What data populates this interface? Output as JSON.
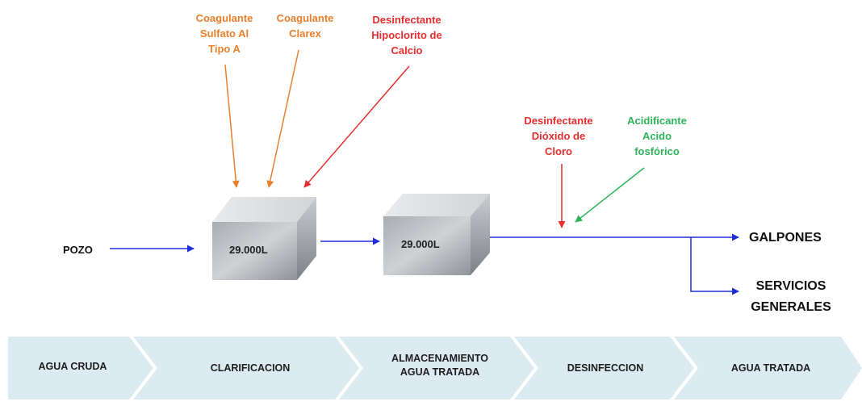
{
  "inputs": {
    "coag_sulfato": [
      "Coagulante",
      "Sulfato Al",
      "Tipo A"
    ],
    "coag_clarex": [
      "Coagulante",
      "Clarex"
    ],
    "desinf_hipoclorito": [
      "Desinfectante",
      "Hipoclorito de",
      "Calcio"
    ],
    "desinf_dioxido": [
      "Desinfectante",
      "Dióxido de",
      "Cloro"
    ],
    "acidificante": [
      "Acidificante",
      "Acido",
      "fosfórico"
    ]
  },
  "source": "POZO",
  "tank1": "29.000L",
  "tank2": "29.000L",
  "outputs": {
    "galpones": "GALPONES",
    "servicios": [
      "SERVICIOS",
      "GENERALES"
    ]
  },
  "stages": [
    [
      "AGUA CRUDA"
    ],
    [
      "CLARIFICACION"
    ],
    [
      "ALMACENAMIENTO",
      "AGUA TRATADA"
    ],
    [
      "DESINFECCION"
    ],
    [
      "AGUA TRATADA"
    ]
  ],
  "colors": {
    "orange": "#e87f2c",
    "red": "#e62e2e",
    "green": "#2eb35a",
    "flow_blue": "#1f2fd6",
    "chevron_fill": "#dcebf1"
  }
}
